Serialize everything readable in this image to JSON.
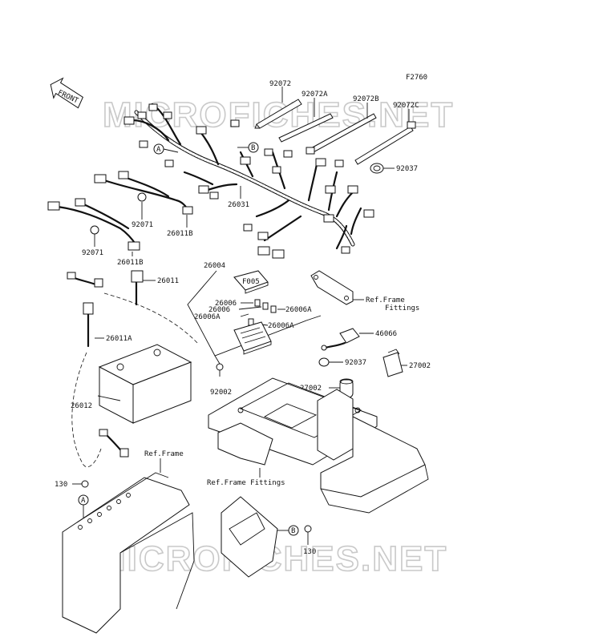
{
  "figure_code": "F2760",
  "front_label": "FRONT",
  "watermarks": [
    "MICROFICHES.NET",
    "MICROFICHES.NET"
  ],
  "callouts": {
    "c92072": "92072",
    "c92072A": "92072A",
    "c92072B": "92072B",
    "c92072C": "92072C",
    "c92037_top": "92037",
    "c26031": "26031",
    "c92071_a": "92071",
    "c92071_b": "92071",
    "c26011B_a": "26011B",
    "c26011B_b": "26011B",
    "c26004": "26004",
    "c26011": "26011",
    "c26006_a": "26006",
    "c26006_b": "26006",
    "c26006A_a": "26006A",
    "c26006A_b": "26006A",
    "c26006A_c": "26006A",
    "c26011A": "26011A",
    "c46066": "46066",
    "c92037_mid": "92037",
    "c27002_a": "27002",
    "c27002_b": "27002",
    "c92002": "92002",
    "c26012": "26012",
    "c130_a": "130",
    "c130_b": "130"
  },
  "refs": {
    "frame_fittings_1": "Ref.Frame",
    "frame_fittings_2": "Fittings",
    "ref_frame": "Ref.Frame",
    "ref_frame_fittings": "Ref.Frame Fittings"
  },
  "markers": {
    "A": "A",
    "B": "B"
  },
  "fuse_label": "F005"
}
